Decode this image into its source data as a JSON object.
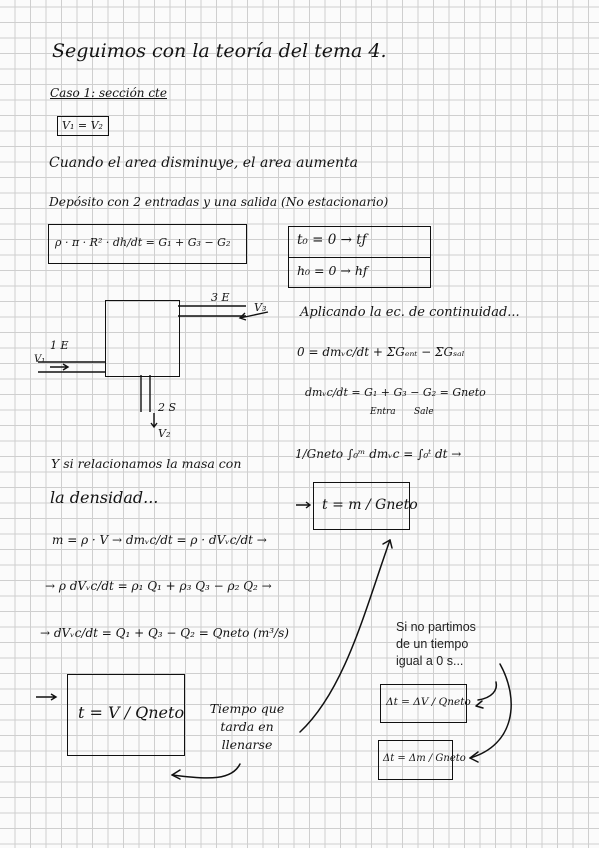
{
  "page": {
    "title": "Seguimos con la teoría del tema 4.",
    "case_heading": "Caso 1: sección cte",
    "case_box": "V₁ = V₂",
    "line_area": "Cuando el area disminuye, el area aumenta",
    "line_deposit": "Depósito con 2 entradas y una salida (No estacionario)",
    "eq_box_main": "ρ · π · R² · dh/dt = G₁ + G₃ − G₂",
    "time_box_t": "t₀ = 0 → tƒ",
    "time_box_h": "h₀ = 0 → hf",
    "diagram": {
      "label_3e": "3 E",
      "label_v3": "V₃",
      "label_1e": "1 E",
      "label_v1": "V₁",
      "label_2s": "2 S",
      "label_v2": "V₂"
    },
    "continuity_title": "Aplicando la ec. de continuidad...",
    "continuity_eq": "0 = dmᵥc/dt + ΣGₑₙₜ − ΣGₛₐₗ",
    "dm_eq": "dmᵥc/dt = G₁ + G₃ − G₂ = Gneto",
    "dm_eq_under_1": "Entra",
    "dm_eq_under_2": "Sale",
    "integral_eq": "1/Gneto ∫₀ᵐ dmᵥc = ∫₀ᵗ dt →",
    "t_box_mass": "t = m / Gneto",
    "relate_line": "Y si relacionamos la masa con",
    "density_line": "la densidad...",
    "eq_mass_density": "m = ρ · V → dmᵥc/dt = ρ · dVᵥc/dt →",
    "eq_rho_sub": "→ ρ dVᵥc/dt = ρ₁ Q₁ + ρ₃ Q₃ − ρ₂ Q₂ →",
    "eq_volume": "→ dVᵥc/dt = Q₁ + Q₃ − Q₂ = Qneto (m³/s)",
    "t_box_volume": "t = V / Qneto",
    "fill_note": "Tiempo que tarda en llenarse",
    "printed_note": [
      "Si no partimos",
      "de un tiempo",
      "igual a 0 s..."
    ],
    "delta_box_v": "Δt = ΔV / Qneto",
    "delta_box_m": "Δt = Δm / Gneto"
  }
}
